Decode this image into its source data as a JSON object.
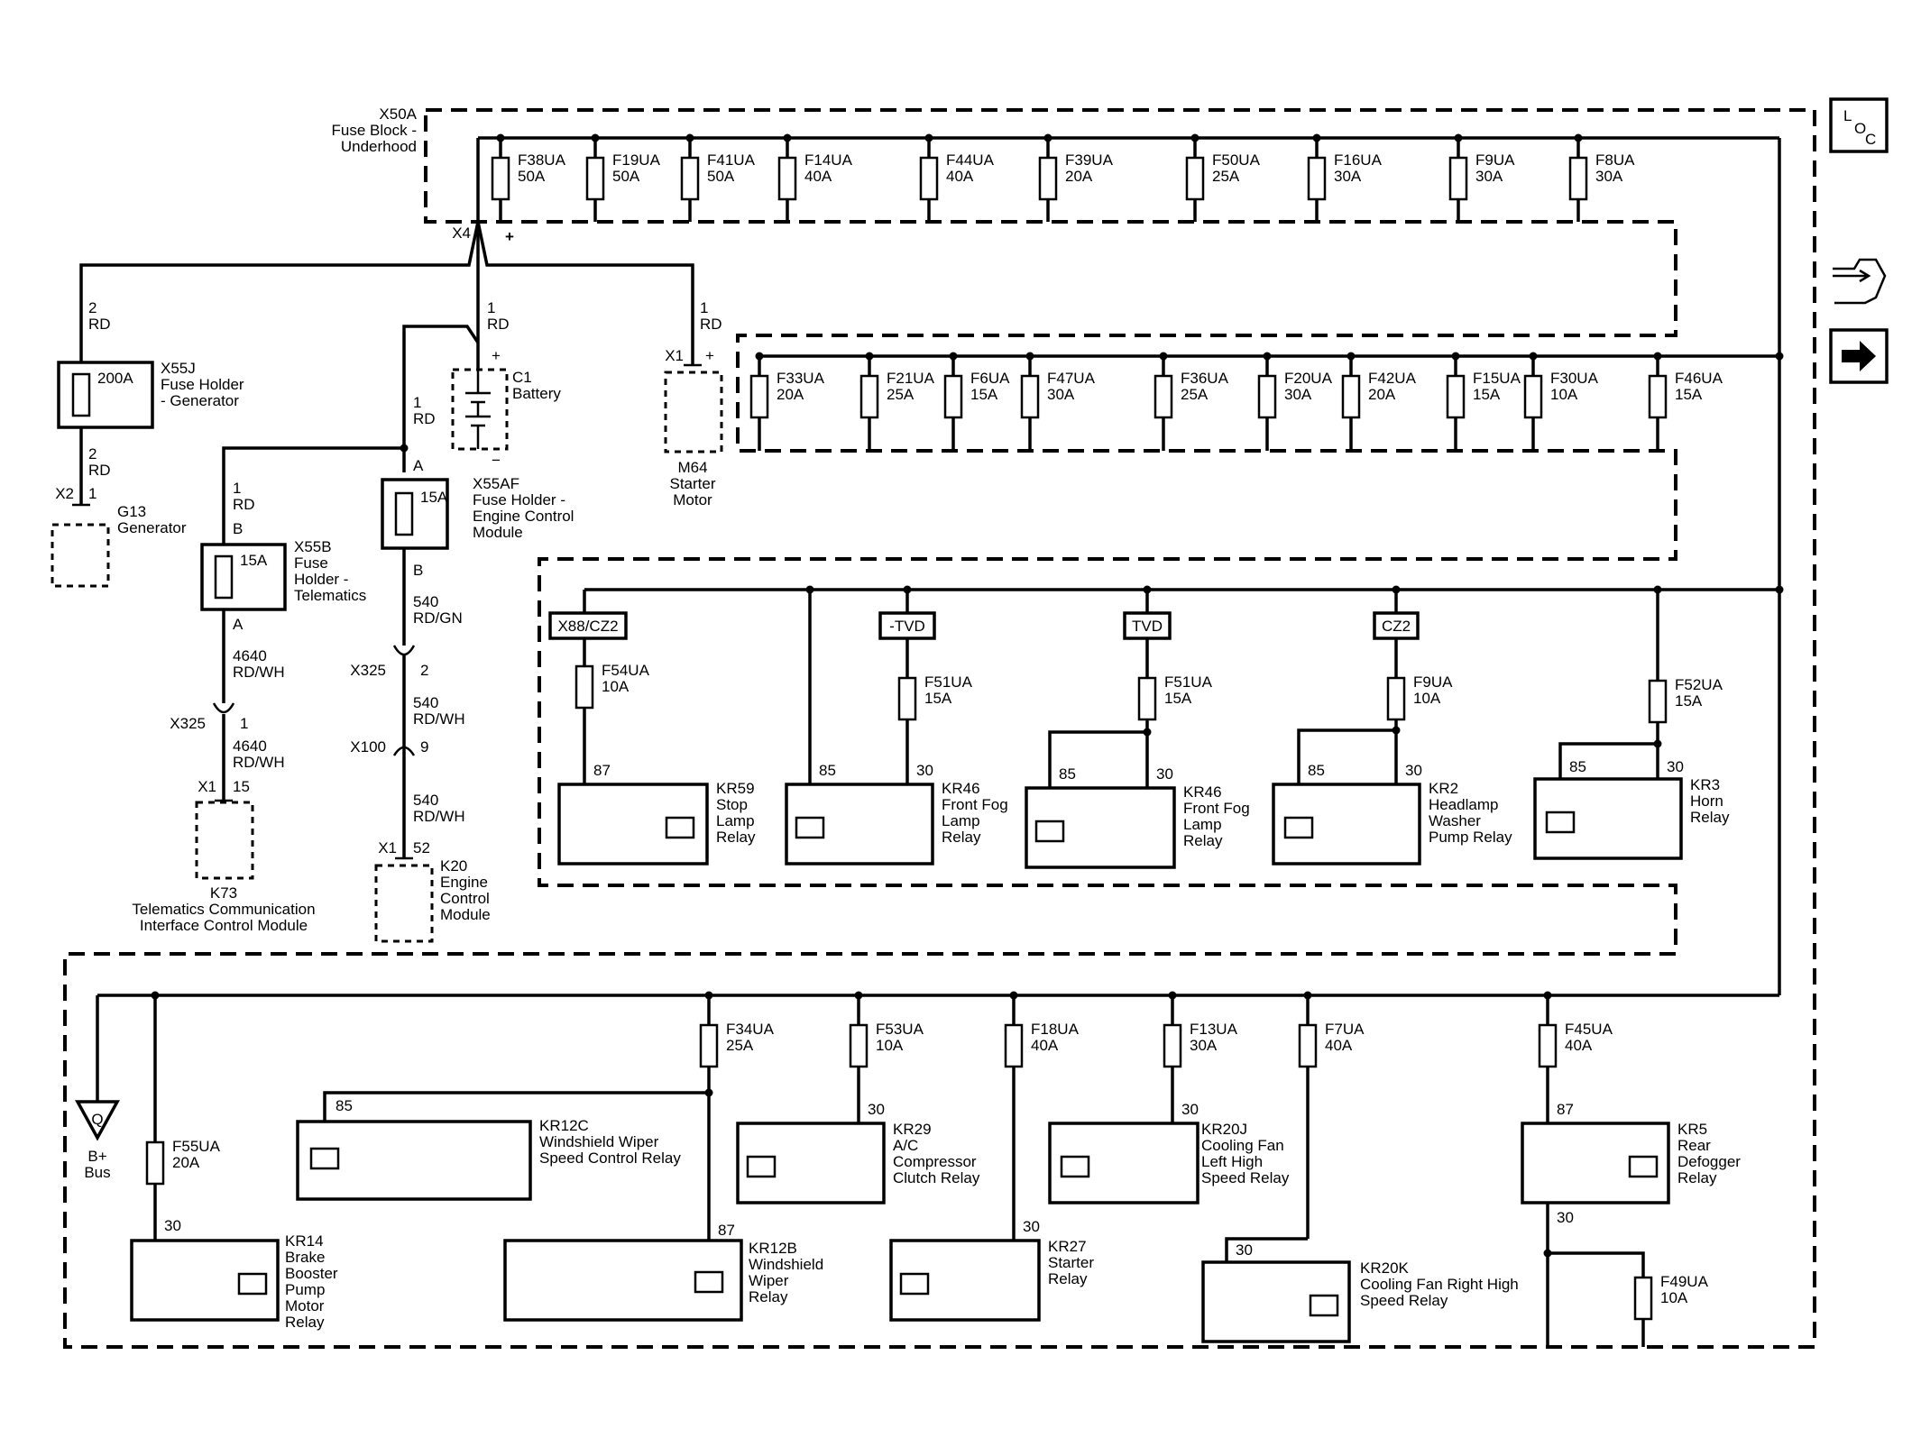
{
  "fuse_block": {
    "ref": "X50A",
    "name_line1": "Fuse Block -",
    "name_line2": "Underhood"
  },
  "top_fuses": [
    {
      "name": "F38UA",
      "rating": "50A"
    },
    {
      "name": "F19UA",
      "rating": "50A"
    },
    {
      "name": "F41UA",
      "rating": "50A"
    },
    {
      "name": "F14UA",
      "rating": "40A"
    },
    {
      "name": "F44UA",
      "rating": "40A"
    },
    {
      "name": "F39UA",
      "rating": "20A"
    },
    {
      "name": "F50UA",
      "rating": "25A"
    },
    {
      "name": "F16UA",
      "rating": "30A"
    },
    {
      "name": "F9UA",
      "rating": "30A"
    },
    {
      "name": "F8UA",
      "rating": "30A"
    }
  ],
  "second_fuses": [
    {
      "name": "F33UA",
      "rating": "20A"
    },
    {
      "name": "F21UA",
      "rating": "25A"
    },
    {
      "name": "F6UA",
      "rating": "15A"
    },
    {
      "name": "F47UA",
      "rating": "30A"
    },
    {
      "name": "F36UA",
      "rating": "25A"
    },
    {
      "name": "F20UA",
      "rating": "30A"
    },
    {
      "name": "F42UA",
      "rating": "20A"
    },
    {
      "name": "F15UA",
      "rating": "15A"
    },
    {
      "name": "F30UA",
      "rating": "10A"
    },
    {
      "name": "F46UA",
      "rating": "15A"
    }
  ],
  "left": {
    "x4": "X4",
    "plus": "+",
    "gen_wire_top": [
      "2",
      "RD"
    ],
    "gen_fuse": {
      "rating": "200A",
      "ref": "X55J",
      "l1": "Fuse Holder",
      "l2": "- Generator"
    },
    "gen_wire_bot": [
      "2",
      "RD"
    ],
    "generator": {
      "conn": "X2",
      "pin": "1",
      "name": "G13",
      "desc": "Generator"
    },
    "bat_wire": [
      "1",
      "RD"
    ],
    "battery": {
      "plus": "+",
      "minus": "−",
      "name": "C1",
      "desc": "Battery"
    },
    "starter_wire": [
      "1",
      "RD"
    ],
    "starter": {
      "conn": "X1",
      "plus": "+",
      "name": "M64",
      "d1": "Starter",
      "d2": "Motor"
    },
    "ecm_feed": [
      "1",
      "RD"
    ],
    "ecm_fuse": {
      "top": "A",
      "rating": "15A",
      "ref": "X55AF",
      "l1": "Fuse Holder -",
      "l2": "Engine Control",
      "l3": "Module",
      "bot": "B"
    },
    "ecm_wire1": [
      "540",
      "RD/GN"
    ],
    "ecm_x325": {
      "conn": "X325",
      "pin": "2"
    },
    "ecm_wire2": [
      "540",
      "RD/WH"
    ],
    "ecm_x100": {
      "conn": "X100",
      "pin": "9"
    },
    "ecm_wire3": [
      "540",
      "RD/WH"
    ],
    "ecm_mod": {
      "conn": "X1",
      "pin": "52",
      "name": "K20",
      "d1": "Engine",
      "d2": "Control",
      "d3": "Module"
    },
    "tel_feed": [
      "1",
      "RD"
    ],
    "tel_fuse": {
      "top": "B",
      "rating": "15A",
      "ref": "X55B",
      "l1": "Fuse",
      "l2": "Holder -",
      "l3": "Telematics",
      "bot": "A"
    },
    "tel_wire1": [
      "4640",
      "RD/WH"
    ],
    "tel_x325": {
      "conn": "X325",
      "pin": "1"
    },
    "tel_wire2": [
      "4640",
      "RD/WH"
    ],
    "tel_mod": {
      "conn": "X1",
      "pin": "15",
      "name": "K73",
      "d1": "Telematics Communication",
      "d2": "Interface Control Module"
    }
  },
  "relay_row1": [
    {
      "tag": "X88/CZ2",
      "fuse": "F54UA",
      "rating": "10A",
      "pinA": "87",
      "name": "KR59",
      "d": [
        "Stop",
        "Lamp",
        "Relay"
      ]
    },
    {
      "tag": "-TVD",
      "fuse": "F51UA",
      "rating": "15A",
      "pin85": "85",
      "pin30": "30",
      "name": "KR46",
      "d": [
        "Front Fog",
        "Lamp",
        "Relay"
      ]
    },
    {
      "tag": "TVD",
      "fuse": "F51UA",
      "rating": "15A",
      "pin85": "85",
      "pin30": "30",
      "name": "KR46",
      "d": [
        "Front Fog",
        "Lamp",
        "Relay"
      ]
    },
    {
      "tag": "CZ2",
      "fuse": "F9UA",
      "rating": "10A",
      "pin85": "85",
      "pin30": "30",
      "name": "KR2",
      "d": [
        "Headlamp",
        "Washer",
        "Pump Relay"
      ]
    },
    {
      "fuse": "F52UA",
      "rating": "15A",
      "pin85": "85",
      "pin30": "30",
      "name": "KR3",
      "d": [
        "Horn",
        "Relay"
      ]
    }
  ],
  "bottom": {
    "bus": {
      "symbol": "Q",
      "l1": "B+",
      "l2": "Bus"
    },
    "f55": {
      "name": "F55UA",
      "rating": "20A",
      "pin": "30"
    },
    "kr14": {
      "name": "KR14",
      "d": [
        "Brake",
        "Booster",
        "Pump",
        "Motor",
        "Relay"
      ]
    },
    "f34": {
      "name": "F34UA",
      "rating": "25A"
    },
    "kr12c": {
      "pin": "85",
      "name": "KR12C",
      "d": [
        "Windshield Wiper",
        "Speed Control Relay"
      ]
    },
    "kr12b": {
      "pin": "87",
      "name": "KR12B",
      "d": [
        "Windshield",
        "Wiper",
        "Relay"
      ]
    },
    "f53": {
      "name": "F53UA",
      "rating": "10A"
    },
    "kr29": {
      "pin": "30",
      "name": "KR29",
      "d": [
        "A/C",
        "Compressor",
        "Clutch Relay"
      ]
    },
    "f18": {
      "name": "F18UA",
      "rating": "40A"
    },
    "kr27": {
      "pin": "30",
      "name": "KR27",
      "d": [
        "Starter",
        "Relay"
      ]
    },
    "f13": {
      "name": "F13UA",
      "rating": "30A"
    },
    "kr20j": {
      "pin": "30",
      "name": "KR20J",
      "d": [
        "Cooling Fan",
        "Left High",
        "Speed Relay"
      ]
    },
    "f7": {
      "name": "F7UA",
      "rating": "40A"
    },
    "kr20k": {
      "pin": "30",
      "name": "KR20K",
      "d": [
        "Cooling Fan Right High",
        "Speed Relay"
      ]
    },
    "f45": {
      "name": "F45UA",
      "rating": "40A"
    },
    "kr5": {
      "pin87": "87",
      "pin30": "30",
      "name": "KR5",
      "d": [
        "Rear",
        "Defogger",
        "Relay"
      ]
    },
    "f49": {
      "name": "F49UA",
      "rating": "10A"
    }
  },
  "icons": {
    "loc": [
      "L",
      "O",
      "C"
    ],
    "names": [
      "location-icon",
      "connector-wrench-icon",
      "arrow-right-icon"
    ]
  }
}
